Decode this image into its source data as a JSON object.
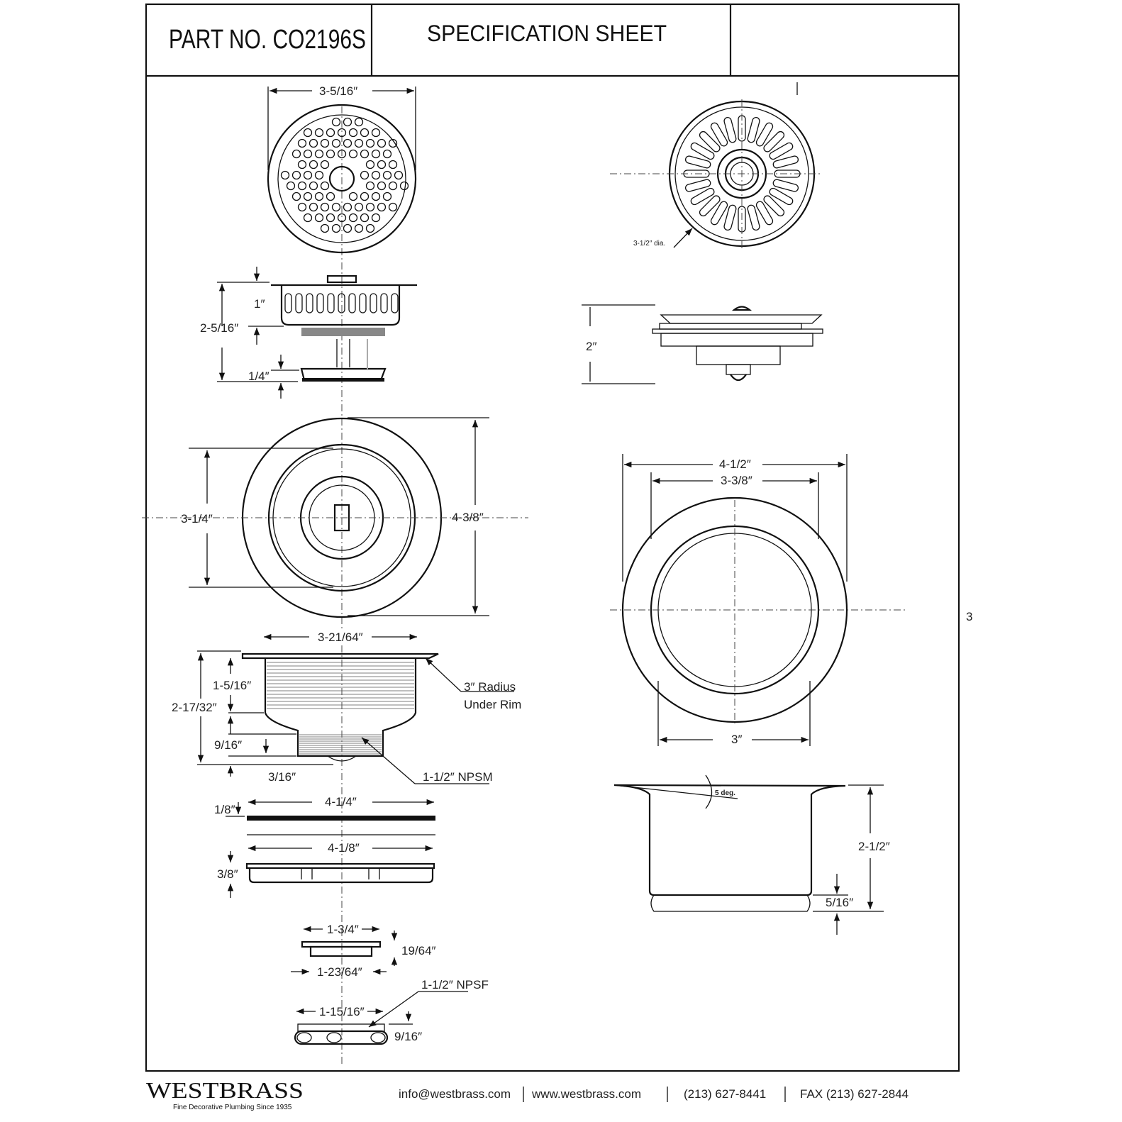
{
  "header": {
    "part_no": "PART NO. CO2196S",
    "title": "SPECIFICATION SHEET"
  },
  "page_number": "3",
  "dimensions": {
    "strainer_diameter": "3-5/16″",
    "basket_height": "1″",
    "basket_total_height": "2-5/16″",
    "stopper_thickness": "1/4″",
    "flange_inner": "3-1/4″",
    "flange_outer": "4-3/8″",
    "body_width": "3-21/64″",
    "radius_note_1": "3″ Radius",
    "radius_note_2": "Under Rim",
    "body_upper": "1-5/16″",
    "body_total": "2-17/32″",
    "thread_height": "9/16″",
    "thread_tip": "3/16″",
    "thread_spec": "1-1/2″ NPSM",
    "gasket_thickness": "1/8″",
    "gasket_width": "4-1/4″",
    "ring_width": "4-1/8″",
    "ring_height": "3/8″",
    "washer_outer": "1-3/4″",
    "washer_thickness": "19/64″",
    "washer_inner": "1-23/64″",
    "nut_spec": "1-1/2″ NPSF",
    "nut_width": "1-15/16″",
    "nut_height": "9/16″",
    "stopper_dia": "3-1/2″ dia.",
    "stopper_height": "2″",
    "flange_outer_r": "4-1/2″",
    "flange_inner_r": "3-3/8″",
    "cup_dia": "3″",
    "angle": "5 deg.",
    "cup_height": "2-1/2″",
    "cup_bead": "5/16″"
  },
  "footer": {
    "brand": "WESTBRASS",
    "tagline": "Fine Decorative Plumbing Since 1935",
    "email": "info@westbrass.com",
    "website": "www.westbrass.com",
    "phone": "(213) 627-8441",
    "fax": "FAX (213) 627-2844"
  }
}
